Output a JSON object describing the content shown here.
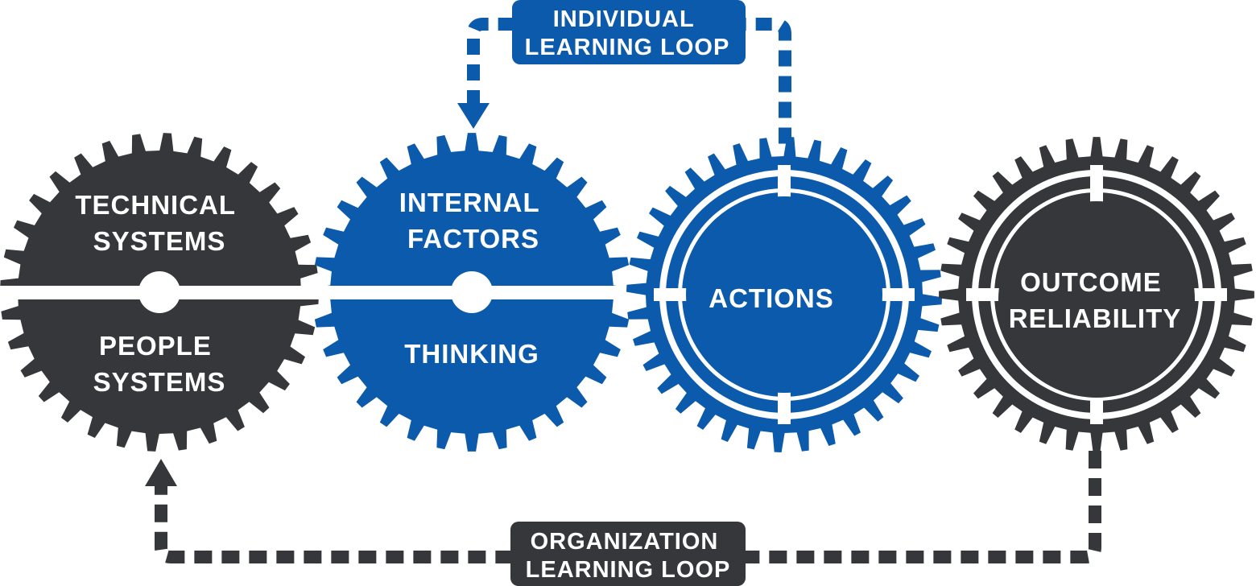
{
  "colors": {
    "dark": "#36373a",
    "blue": "#0b5aab",
    "white": "#ffffff"
  },
  "gears": {
    "technical_people": {
      "top_line1": "TECHNICAL",
      "top_line2": "SYSTEMS",
      "bottom_line1": "PEOPLE",
      "bottom_line2": "SYSTEMS"
    },
    "internal_thinking": {
      "top_line1": "INTERNAL",
      "top_line2": "FACTORS",
      "bottom_line1": "THINKING"
    },
    "actions": {
      "label": "ACTIONS"
    },
    "outcome": {
      "line1": "OUTCOME",
      "line2": "RELIABILITY"
    }
  },
  "loops": {
    "individual": {
      "line1": "INDIVIDUAL",
      "line2": "LEARNING LOOP"
    },
    "organization": {
      "line1": "ORGANIZATION",
      "line2": "LEARNING LOOP"
    }
  }
}
